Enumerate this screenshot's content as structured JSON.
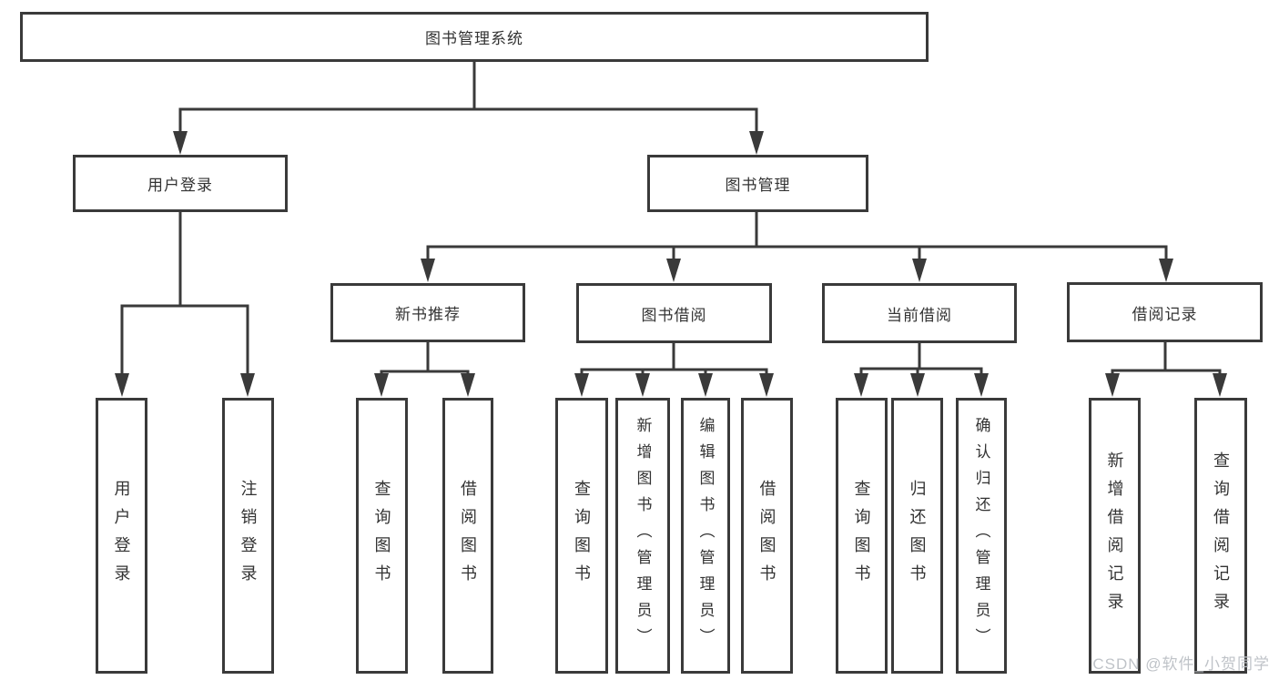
{
  "diagram": {
    "title_node": {
      "label": "图书管理系统"
    },
    "level2": [
      {
        "label": "用户登录"
      },
      {
        "label": "图书管理"
      }
    ],
    "level3": [
      {
        "label": "新书推荐"
      },
      {
        "label": "图书借阅"
      },
      {
        "label": "当前借阅"
      },
      {
        "label": "借阅记录"
      }
    ],
    "leaves": [
      {
        "label": "用户登录"
      },
      {
        "label": "注销登录"
      },
      {
        "label": "查询图书"
      },
      {
        "label": "借阅图书"
      },
      {
        "label": "查询图书"
      },
      {
        "label": "新增图书（管理员）"
      },
      {
        "label": "编辑图书（管理员）"
      },
      {
        "label": "借阅图书"
      },
      {
        "label": "查询图书"
      },
      {
        "label": "归还图书"
      },
      {
        "label": "确认归还（管理员）"
      },
      {
        "label": "新增借阅记录"
      },
      {
        "label": "查询借阅记录"
      }
    ],
    "watermark": "CSDN @软件_小贺同学",
    "colors": {
      "line": "#3a3a3a",
      "text": "#333333",
      "watermark": "#bfc3c8",
      "background": "#ffffff"
    }
  }
}
